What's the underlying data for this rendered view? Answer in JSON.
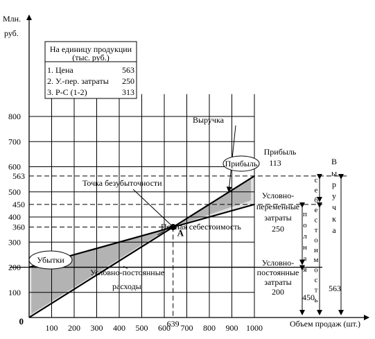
{
  "chart_data": {
    "type": "line",
    "ylabel_line1": "Млн.",
    "ylabel_line2": "руб.",
    "xlabel": "Объем продаж (шт.)",
    "xlim": [
      0,
      1000
    ],
    "ylim": [
      0,
      900
    ],
    "x_ticks": [
      100,
      200,
      300,
      400,
      500,
      600,
      700,
      800,
      900,
      1000
    ],
    "x_tick_labels": [
      "100",
      "200",
      "300",
      "400",
      "500",
      "600",
      "700",
      "800",
      "900",
      "1000"
    ],
    "origin_label": "0",
    "y_ticks": [
      100,
      200,
      300,
      400,
      500,
      600,
      700,
      800
    ],
    "y_tick_labels": [
      "100",
      "200",
      "300",
      "400",
      "500",
      "600",
      "700",
      "800"
    ],
    "y_special_ticks": [
      360,
      450,
      563
    ],
    "y_special_labels": [
      "360",
      "450",
      "563"
    ],
    "x_special_tick": 639,
    "x_special_label": "639",
    "series": [
      {
        "name": "Выручка",
        "x": [
          0,
          1000
        ],
        "y": [
          0,
          563
        ]
      },
      {
        "name": "Полная себестоимость",
        "x": [
          0,
          1000
        ],
        "y": [
          200,
          450
        ]
      },
      {
        "name": "Условно-постоянные расходы",
        "x": [
          0,
          1000
        ],
        "y": [
          200,
          200
        ]
      }
    ],
    "breakeven": {
      "x": 639,
      "y": 360,
      "label": "A"
    },
    "annotations": {
      "revenue": "Выручка",
      "breakeven": "Точка безубыточности",
      "full_cost": "Полная себестоимость",
      "fixed_cost_1": "Условно-постоянные",
      "fixed_cost_2": "расходы",
      "profit_oval": "Прибыль",
      "loss_oval": "Убытки"
    },
    "legend_box": {
      "title_1": "На единицу продукции",
      "title_2": "(тыс. руб.)",
      "rows": [
        {
          "label": "1. Цена",
          "value": "563"
        },
        {
          "label": "2. У.-пер. затраты",
          "value": "250"
        },
        {
          "label": "3. Р-С (1-2)",
          "value": "313"
        }
      ]
    },
    "side": {
      "profit_1": "Прибыль",
      "profit_2": "113",
      "variable_1": "Условно-",
      "variable_2": "переменные",
      "variable_3": "затраты",
      "variable_4": "250",
      "fixed_1": "Условно-",
      "fixed_2": "постоянные",
      "fixed_3": "затраты",
      "fixed_4": "200",
      "poln_letters": [
        "п",
        "о",
        "л",
        "н",
        "а",
        "я"
      ],
      "cost_letters": [
        "с",
        "е",
        "б",
        "е",
        "с",
        "т",
        "о",
        "и",
        "м",
        "о",
        "с",
        "т",
        "ь"
      ],
      "rev_letters": [
        "В",
        "ы",
        "р",
        "у",
        "ч",
        "к",
        "а"
      ],
      "v450": "450",
      "v563": "563"
    }
  }
}
